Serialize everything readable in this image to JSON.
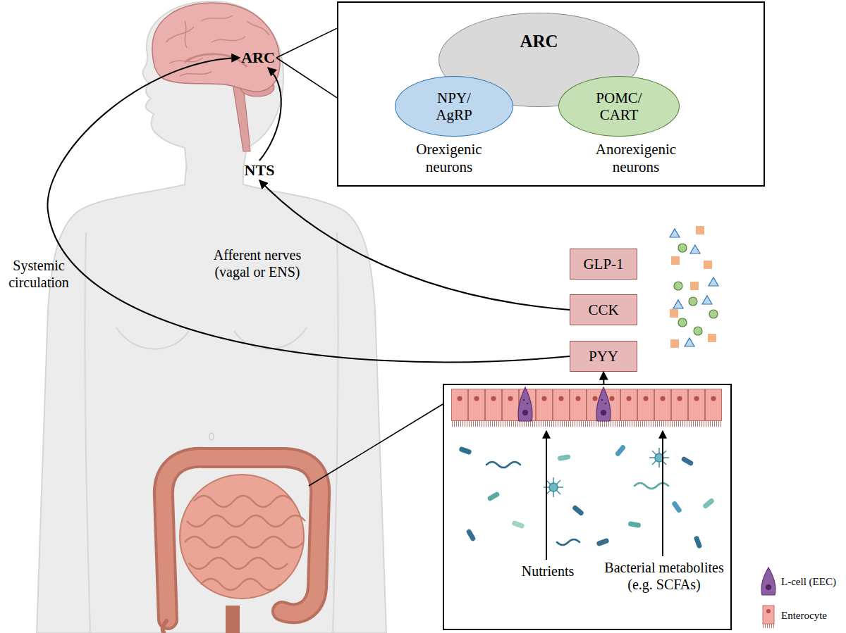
{
  "diagram": {
    "nodes": [
      {
        "text": [
          "ARC"
        ]
      },
      {
        "text": [
          "Orexigenic neurons",
          "Anorexigenic neurons"
        ]
      },
      {
        "text": [
          "ARC"
        ],
        "in": 1
      },
      {
        "text": [
          "NPY/ AgRP"
        ],
        "in": 1
      },
      {
        "text": [
          "POMC/ CART"
        ],
        "in": 1
      },
      {
        "text": [
          "NTS"
        ]
      },
      {
        "text": [
          "GLP-1"
        ]
      },
      {
        "text": [
          "CCK"
        ]
      },
      {
        "text": [
          "PYY"
        ]
      },
      {
        "text": [
          "Nutrients",
          "Bacterial metabolites (e.g. SCFAs)"
        ]
      }
    ],
    "edges": [
      {
        "from": 0,
        "to": 1,
        "arrow": "none"
      },
      {
        "from": 0,
        "to": 1,
        "arrow": "none"
      },
      {
        "from": 5,
        "to": 0,
        "arrow": "to"
      },
      {
        "from": 7,
        "to": 5,
        "arrow": "to",
        "label": "Afferent nerves (vagal or ENS)"
      },
      {
        "from": 8,
        "to": 0,
        "arrow": "to",
        "label": "Systemic circulation"
      },
      {
        "from": 9,
        "to": 8,
        "arrow": "to"
      }
    ],
    "legend": [
      {
        "text": "L-cell (EEC)"
      },
      {
        "text": "Enterocyte"
      }
    ]
  }
}
